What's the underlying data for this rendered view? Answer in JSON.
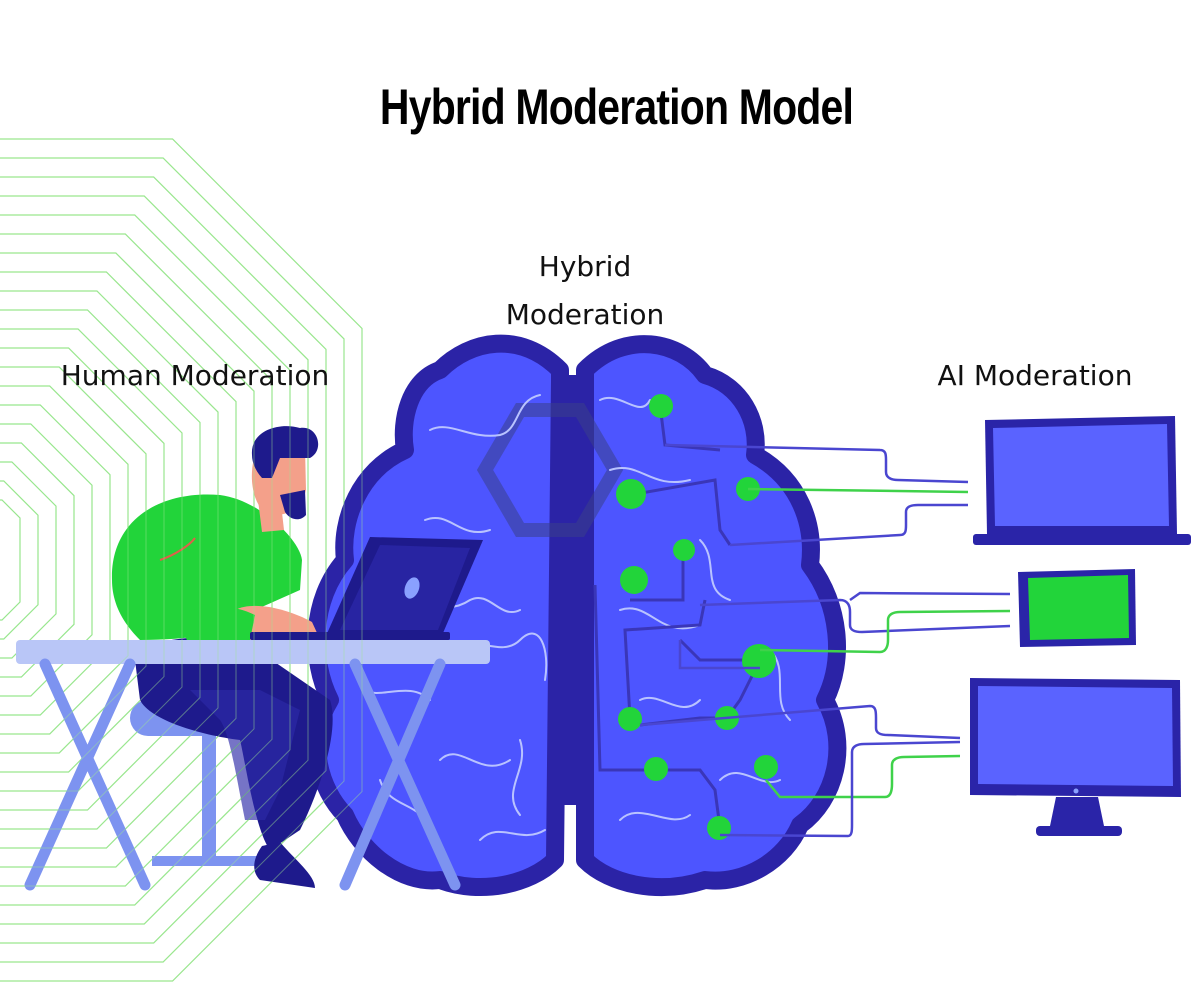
{
  "title": "Hybrid Moderation Model",
  "labels": {
    "human": "Human Moderation",
    "hybrid_line1": "Hybrid",
    "hybrid_line2": "Moderation",
    "ai": "AI Moderation"
  },
  "colors": {
    "brain_fill": "#4d55ff",
    "brain_outline": "#2b23a6",
    "node_green": "#22d43a",
    "wire_blue": "#4a46d0",
    "wire_green": "#3fd24a",
    "device_frame": "#2a24a8",
    "device_screen": "#5a63ff",
    "tablet_screen": "#22d43a",
    "person_shirt": "#22d43a",
    "person_skin": "#f4a08a",
    "person_pants": "#1e1a8c",
    "desk": "#b9c6f7",
    "desk_legs": "#7d93f0",
    "hex_lines": "#86e27a"
  },
  "icons": [
    "person-icon",
    "laptop-icon",
    "brain-icon",
    "monitor-icon",
    "tablet-icon",
    "desktop-monitor-icon"
  ]
}
